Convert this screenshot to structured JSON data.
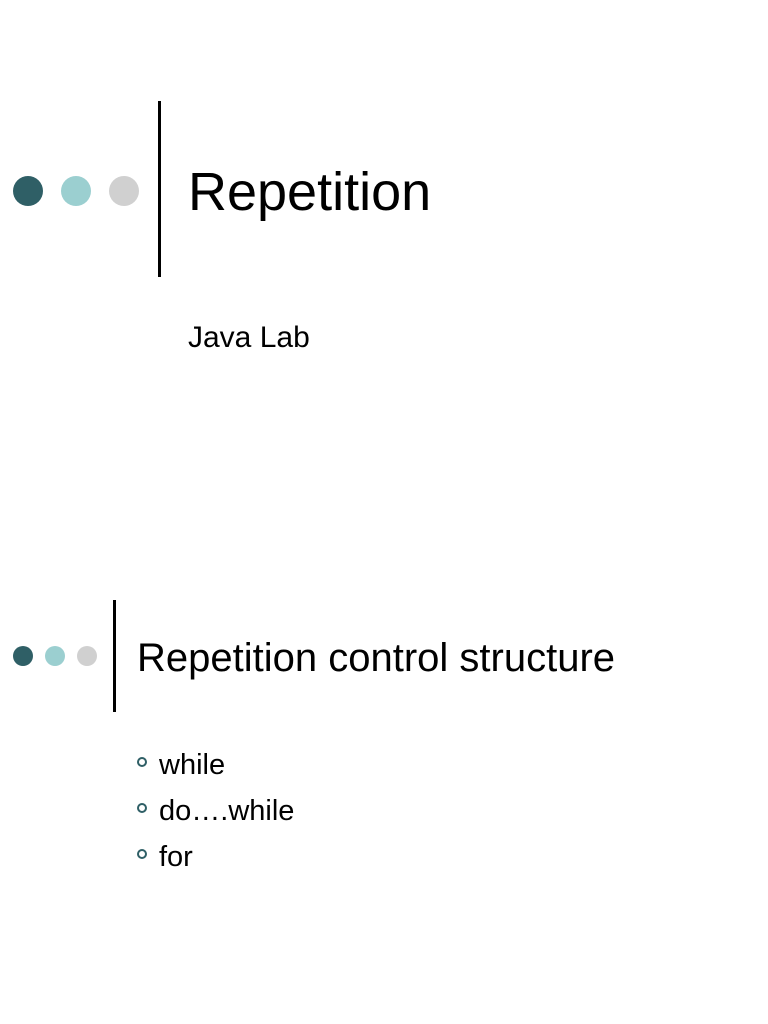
{
  "theme": {
    "dot_colors": [
      "#2f5f66",
      "#9bcfd0",
      "#d0d0d0"
    ],
    "bullet_color": "#2f5f66",
    "line_color": "#000000"
  },
  "slides": [
    {
      "title": "Repetition",
      "subtitle": "Java Lab"
    },
    {
      "title": "Repetition control structure",
      "bullets": [
        "while",
        "do….while",
        "for"
      ]
    }
  ]
}
